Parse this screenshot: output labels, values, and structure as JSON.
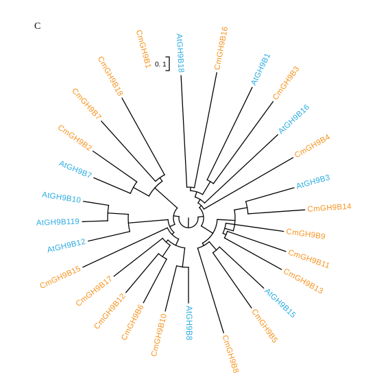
{
  "panel_letter": "C",
  "scale_bar_label": "0. 1",
  "colors": {
    "At": "#29ABE2",
    "Cm": "#F7931E",
    "line": "#000000"
  },
  "leaves": [
    {
      "label": "AtGH9B18",
      "species": "At"
    },
    {
      "label": "CmGH9B16",
      "species": "Cm"
    },
    {
      "label": "AtGH9B1",
      "species": "At"
    },
    {
      "label": "CmGH9B3",
      "species": "Cm"
    },
    {
      "label": "AtGH9B16",
      "species": "At"
    },
    {
      "label": "CmGH9B4",
      "species": "Cm"
    },
    {
      "label": "AtGH9B3",
      "species": "At"
    },
    {
      "label": "CmGH9B14",
      "species": "Cm"
    },
    {
      "label": "CmGH9B9",
      "species": "Cm"
    },
    {
      "label": "CmGH9B11",
      "species": "Cm"
    },
    {
      "label": "CmGH9B13",
      "species": "Cm"
    },
    {
      "label": "AtGH9B15",
      "species": "At"
    },
    {
      "label": "CmGH9B5",
      "species": "Cm"
    },
    {
      "label": "CmGH9B8",
      "species": "Cm"
    },
    {
      "label": "AtGH9B8",
      "species": "At"
    },
    {
      "label": "CmGH9B10",
      "species": "Cm"
    },
    {
      "label": "CmGH9B6",
      "species": "Cm"
    },
    {
      "label": "CmGH9B12",
      "species": "Cm"
    },
    {
      "label": "CmGH9B17",
      "species": "Cm"
    },
    {
      "label": "CmGH9B15",
      "species": "Cm"
    },
    {
      "label": "AtGH9B12",
      "species": "At"
    },
    {
      "label": "AtGH9B119",
      "species": "At"
    },
    {
      "label": "AtGH9B10",
      "species": "At"
    },
    {
      "label": "AtGH9B7",
      "species": "At"
    },
    {
      "label": "CmGH9B2",
      "species": "Cm"
    },
    {
      "label": "CmGH9B7",
      "species": "Cm"
    },
    {
      "label": "CmGH9B18",
      "species": "Cm"
    },
    {
      "label": "CmGH9B1",
      "species": "Cm"
    }
  ]
}
